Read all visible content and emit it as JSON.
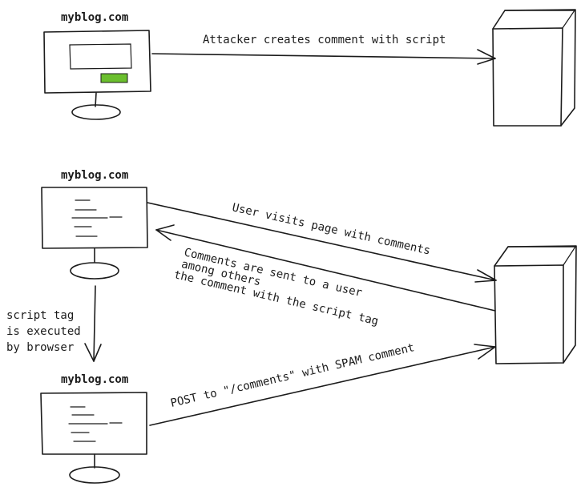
{
  "colors": {
    "ink": "#1b1b1b",
    "submit_button": "#6bbf2e",
    "background": "#ffffff"
  },
  "icons": [
    "computer-monitor-icon",
    "server-tower-icon",
    "arrow-icon"
  ],
  "step1": {
    "site_label": "myblog.com",
    "arrow_label": "Attacker creates comment with script"
  },
  "step2": {
    "site_label": "myblog.com",
    "request_label": "User visits page with comments",
    "response_label": [
      "Comments are sent to a user",
      "among others",
      "the comment with the script tag"
    ]
  },
  "step3": {
    "execution_label": [
      "script tag",
      "is executed",
      "by browser"
    ],
    "site_label": "myblog.com",
    "post_label": "POST to \"/comments\" with SPAM comment"
  }
}
